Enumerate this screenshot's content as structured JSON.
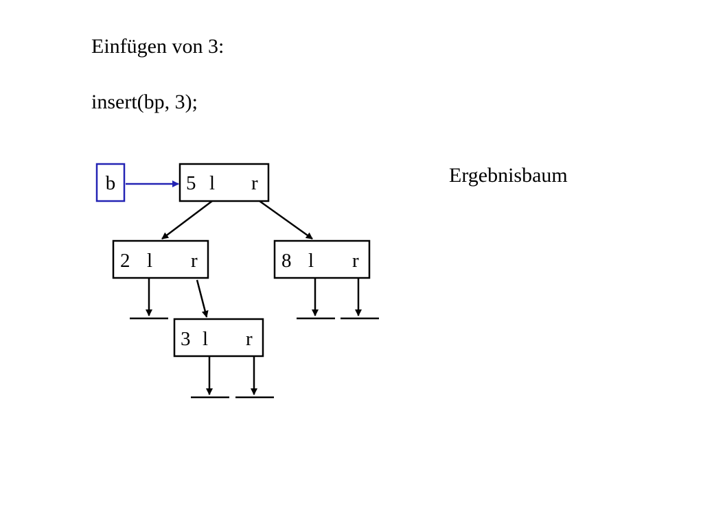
{
  "title": "Einfügen von 3:",
  "code": "insert(bp, 3);",
  "caption": "Ergebnisbaum",
  "pointer": {
    "label": "b",
    "color": "#2323b4"
  },
  "nodes": [
    {
      "id": "n5",
      "key": "5",
      "left": "l",
      "right": "r"
    },
    {
      "id": "n2",
      "key": "2",
      "left": "l",
      "right": "r"
    },
    {
      "id": "n8",
      "key": "8",
      "left": "l",
      "right": "r"
    },
    {
      "id": "n3",
      "key": "3",
      "left": "l",
      "right": "r"
    }
  ]
}
